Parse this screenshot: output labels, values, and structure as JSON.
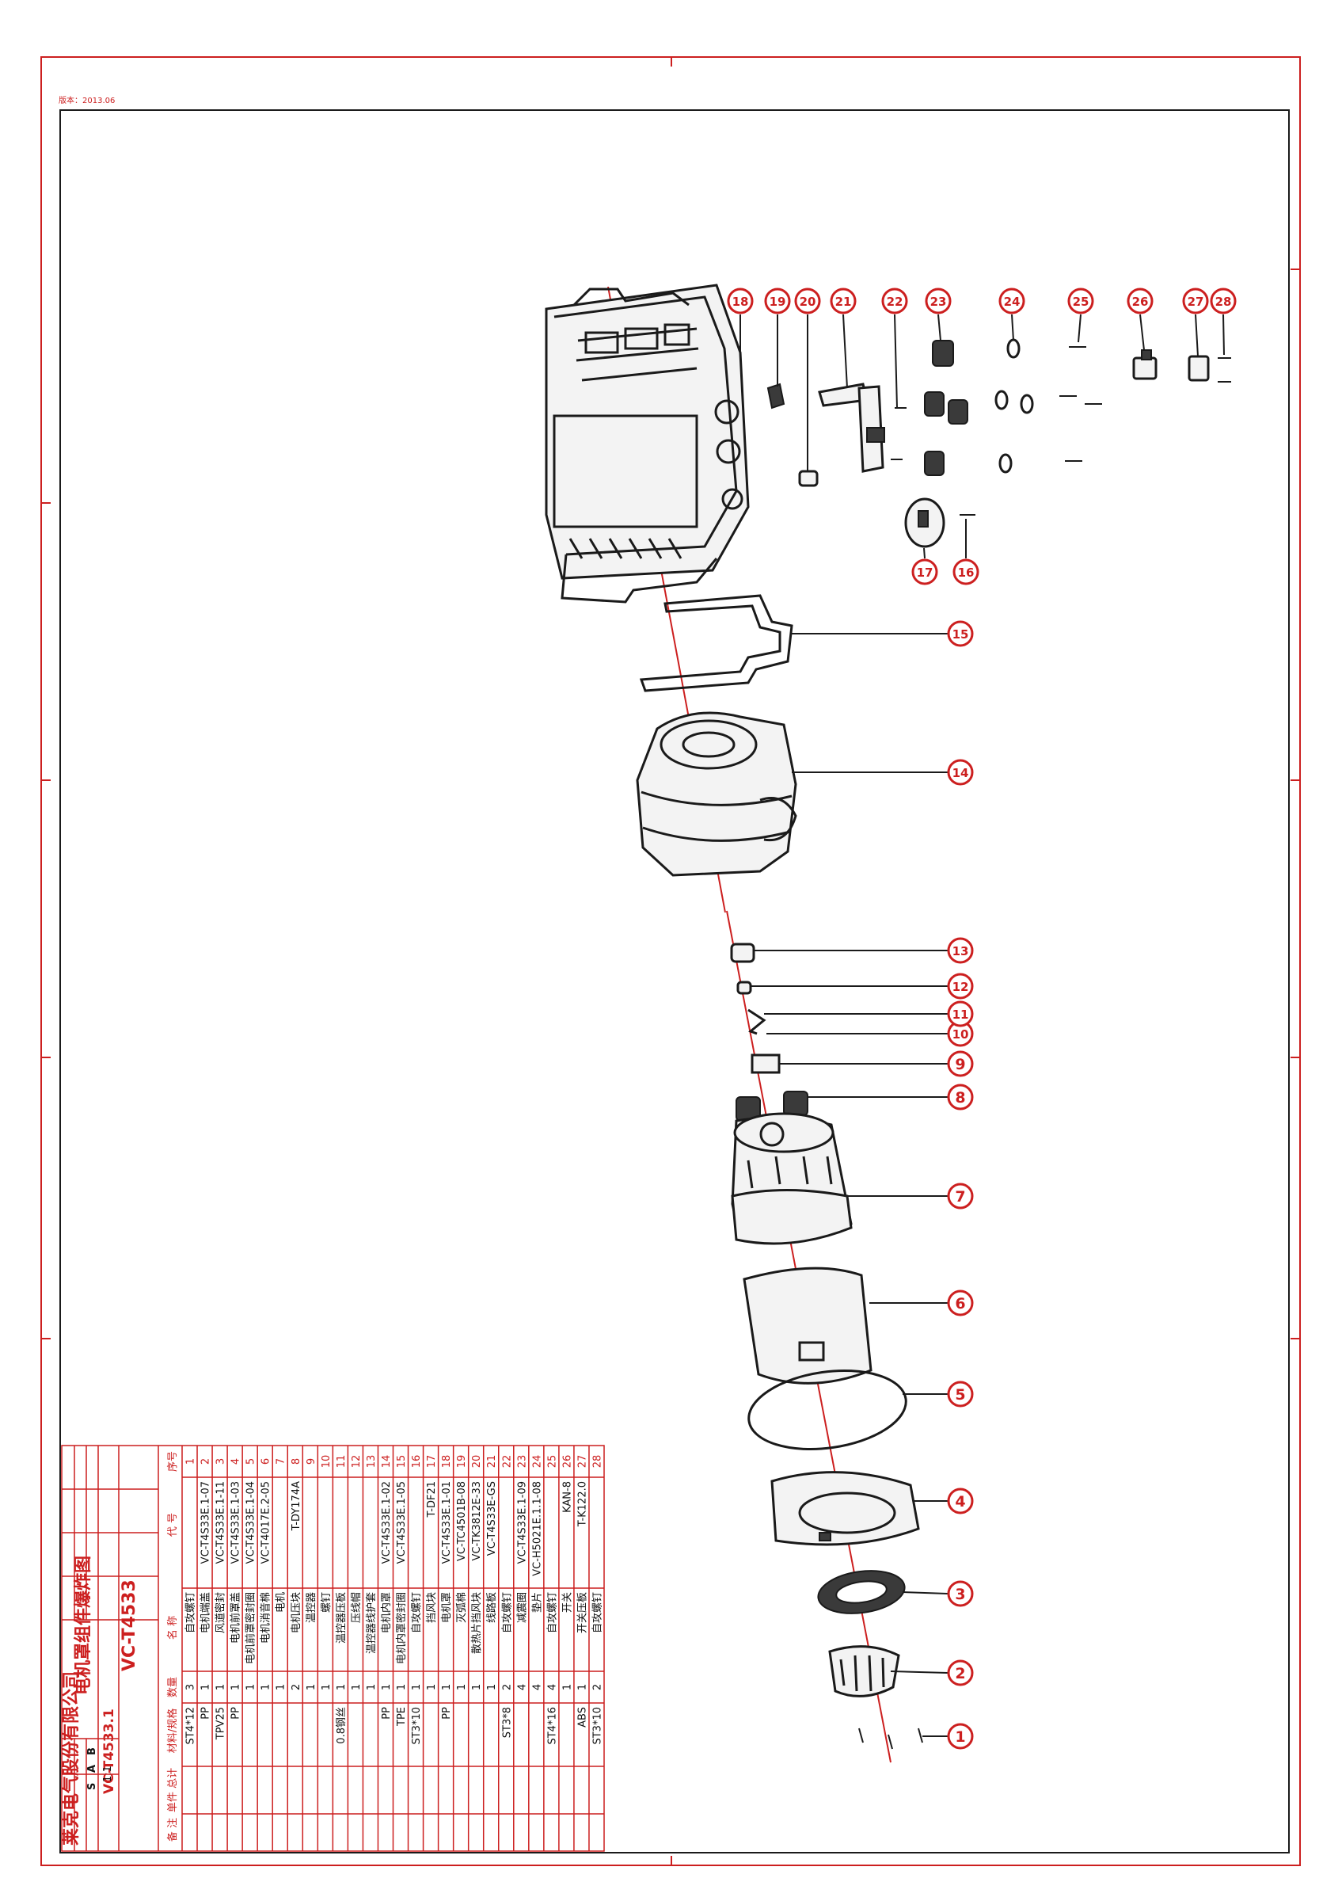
{
  "version_label": "版本：2013.06",
  "balloons": [
    "1",
    "2",
    "3",
    "4",
    "5",
    "6",
    "7",
    "8",
    "9",
    "10",
    "11",
    "12",
    "13",
    "14",
    "15",
    "16",
    "17",
    "18",
    "19",
    "20",
    "21",
    "22",
    "23",
    "24",
    "25",
    "26",
    "27",
    "28"
  ],
  "title_block": {
    "product_code": "VC-T4533",
    "drawing_title": "电机罩组件爆炸图",
    "drawing_number": "VC-T4533.1",
    "company": "莱克电气股份有限公司",
    "header_labels": [
      "序号",
      "代  号",
      "名  称",
      "数量",
      "材料/规格",
      "单件 总计",
      "备  注"
    ],
    "stage_marks": [
      "S",
      "A",
      "B"
    ],
    "scale_label": "1:1"
  },
  "bom": [
    {
      "no": "1",
      "code": "",
      "name": "自攻螺钉",
      "qty": "3",
      "material": "ST4*12"
    },
    {
      "no": "2",
      "code": "VC-T4S33E.1-07",
      "name": "电机端盖",
      "qty": "1",
      "material": "PP"
    },
    {
      "no": "3",
      "code": "VC-T4S33E.1-11",
      "name": "风道密封",
      "qty": "1",
      "material": "TPV25"
    },
    {
      "no": "4",
      "code": "VC-T4S33E.1-03",
      "name": "电机前罩盖",
      "qty": "1",
      "material": "PP"
    },
    {
      "no": "5",
      "code": "VC-T4S33E.1-04",
      "name": "电机前罩密封圈",
      "qty": "1",
      "material": ""
    },
    {
      "no": "6",
      "code": "VC-T4017E.2-05",
      "name": "电机消音棉",
      "qty": "1",
      "material": ""
    },
    {
      "no": "7",
      "code": "",
      "name": "电机",
      "qty": "1",
      "material": ""
    },
    {
      "no": "8",
      "code": "T-DY174A",
      "name": "电机压块",
      "qty": "2",
      "material": ""
    },
    {
      "no": "9",
      "code": "",
      "name": "温控器",
      "qty": "1",
      "material": ""
    },
    {
      "no": "10",
      "code": "",
      "name": "螺钉",
      "qty": "1",
      "material": ""
    },
    {
      "no": "11",
      "code": "",
      "name": "温控器压板",
      "qty": "1",
      "material": "0.8钢丝"
    },
    {
      "no": "12",
      "code": "",
      "name": "压线帽",
      "qty": "1",
      "material": ""
    },
    {
      "no": "13",
      "code": "",
      "name": "温控器线护套",
      "qty": "1",
      "material": ""
    },
    {
      "no": "14",
      "code": "VC-T4S33E.1-02",
      "name": "电机内罩",
      "qty": "1",
      "material": "PP"
    },
    {
      "no": "15",
      "code": "VC-T4S33E.1-05",
      "name": "电机内罩密封圈",
      "qty": "1",
      "material": "TPE"
    },
    {
      "no": "16",
      "code": "",
      "name": "自攻螺钉",
      "qty": "1",
      "material": "ST3*10"
    },
    {
      "no": "17",
      "code": "T-DF21",
      "name": "挡风块",
      "qty": "1",
      "material": ""
    },
    {
      "no": "18",
      "code": "VC-T4S33E.1-01",
      "name": "电机罩",
      "qty": "1",
      "material": "PP"
    },
    {
      "no": "19",
      "code": "VC-TC4501B-08",
      "name": "灭弧棉",
      "qty": "1",
      "material": ""
    },
    {
      "no": "20",
      "code": "VC-TK3812E-33",
      "name": "散热片挡风块",
      "qty": "1",
      "material": ""
    },
    {
      "no": "21",
      "code": "VC-T4S33E-GS",
      "name": "线路板",
      "qty": "1",
      "material": ""
    },
    {
      "no": "22",
      "code": "",
      "name": "自攻螺钉",
      "qty": "2",
      "material": "ST3*8"
    },
    {
      "no": "23",
      "code": "VC-T4S33E.1-09",
      "name": "减震圈",
      "qty": "4",
      "material": ""
    },
    {
      "no": "24",
      "code": "VC-H5021E.1.1-08",
      "name": "垫片",
      "qty": "4",
      "material": ""
    },
    {
      "no": "25",
      "code": "",
      "name": "自攻螺钉",
      "qty": "4",
      "material": "ST4*16"
    },
    {
      "no": "26",
      "code": "KAN-8",
      "name": "开关",
      "qty": "1",
      "material": ""
    },
    {
      "no": "27",
      "code": "T-K122.0",
      "name": "开关压板",
      "qty": "1",
      "material": "ABS"
    },
    {
      "no": "28",
      "code": "",
      "name": "自攻螺钉",
      "qty": "2",
      "material": "ST3*10"
    }
  ],
  "colors": {
    "frame": "#cc1f1f",
    "linework": "#1a1a1a"
  }
}
